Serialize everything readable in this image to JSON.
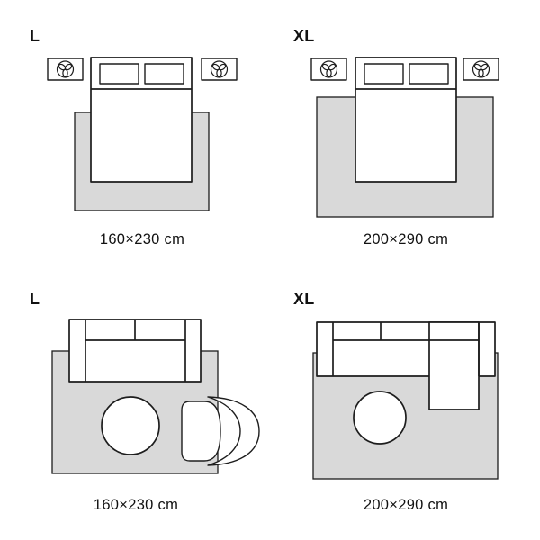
{
  "colors": {
    "background": "#ffffff",
    "rug_fill": "#d9d9d9",
    "outline": "#1d1d1d",
    "text": "#111111"
  },
  "icons": {
    "nightstand_decoration": "plant-top-view-icon",
    "scene_objects": [
      "bed-icon",
      "nightstand-icon",
      "sofa-icon",
      "sectional-sofa-icon",
      "coffee-table-icon",
      "armchair-icon",
      "rug-icon"
    ]
  },
  "sections": [
    {
      "id": "bedroom-l",
      "scene": "bed",
      "size_label": "L",
      "dimensions": "160×230 cm"
    },
    {
      "id": "bedroom-xl",
      "scene": "bed",
      "size_label": "XL",
      "dimensions": "200×290 cm"
    },
    {
      "id": "livingroom-l",
      "scene": "sofa",
      "size_label": "L",
      "dimensions": "160×230 cm"
    },
    {
      "id": "livingroom-xl",
      "scene": "sofa",
      "size_label": "XL",
      "dimensions": "200×290 cm"
    }
  ]
}
